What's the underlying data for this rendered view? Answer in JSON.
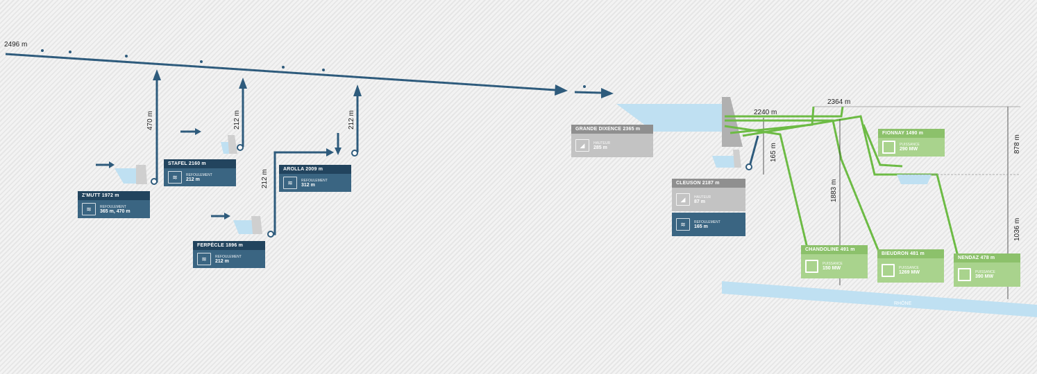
{
  "elevations": {
    "main_conduit": "2496 m",
    "e2240": "2240 m",
    "e2364": "2364 m",
    "h878": "878 m",
    "h1036": "1036 m",
    "h1883": "1883 m",
    "h165": "165 m"
  },
  "pump_heights": {
    "zmutt": "470 m",
    "stafel": "212 m",
    "arolla": "212 m",
    "ferpecle": "212 m"
  },
  "stations": {
    "zmutt": {
      "name": "Z'MUTT 1972 m",
      "key": "REFOULEMENT",
      "value": "365 m, 470 m"
    },
    "stafel": {
      "name": "STAFEL 2160 m",
      "key": "REFOULEMENT",
      "value": "212 m"
    },
    "arolla": {
      "name": "AROLLA 2009 m",
      "key": "REFOULEMENT",
      "value": "312 m"
    },
    "ferpecle": {
      "name": "FERPÈCLE 1896 m",
      "key": "REFOULEMENT",
      "value": "212 m"
    },
    "grande_dixence": {
      "name": "GRANDE DIXENCE 2365 m",
      "key": "HAUTEUR",
      "value": "285 m"
    },
    "cleuson": {
      "name": "CLEUSON 2187 m",
      "key": "HAUTEUR",
      "value": "87 m",
      "key2": "REFOULEMENT",
      "value2": "165 m"
    },
    "fionnay": {
      "name": "FIONNAY 1490 m",
      "key": "PUISSANCE",
      "value": "290 MW"
    },
    "chandoline": {
      "name": "CHANDOLINE 491 m",
      "key": "PUISSANCE",
      "value": "150 MW"
    },
    "bieudron": {
      "name": "BIEUDRON 481 m",
      "key": "PUISSANCE",
      "value": "1269 MW"
    },
    "nendaz": {
      "name": "NENDAZ 478 m",
      "key": "PUISSANCE",
      "value": "390 MW"
    }
  },
  "river": {
    "label": "RHÔNE"
  },
  "colors": {
    "conduit": "#2e5b7c",
    "green": "#6dbb45",
    "water": "#bfe0f2",
    "dark": "#22445e"
  }
}
